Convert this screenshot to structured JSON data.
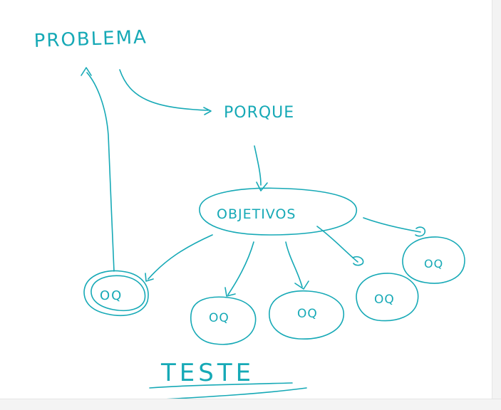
{
  "colors": {
    "ink": "#16a9b6",
    "background": "#ffffff",
    "scroll_track": "#f3f3f3"
  },
  "diagram": {
    "problem_label": "PROBLEMA",
    "why_label": "PORQUE",
    "objective_label": "OBJETIVOS",
    "child_label": "OQ",
    "test_label": "TESTE"
  }
}
